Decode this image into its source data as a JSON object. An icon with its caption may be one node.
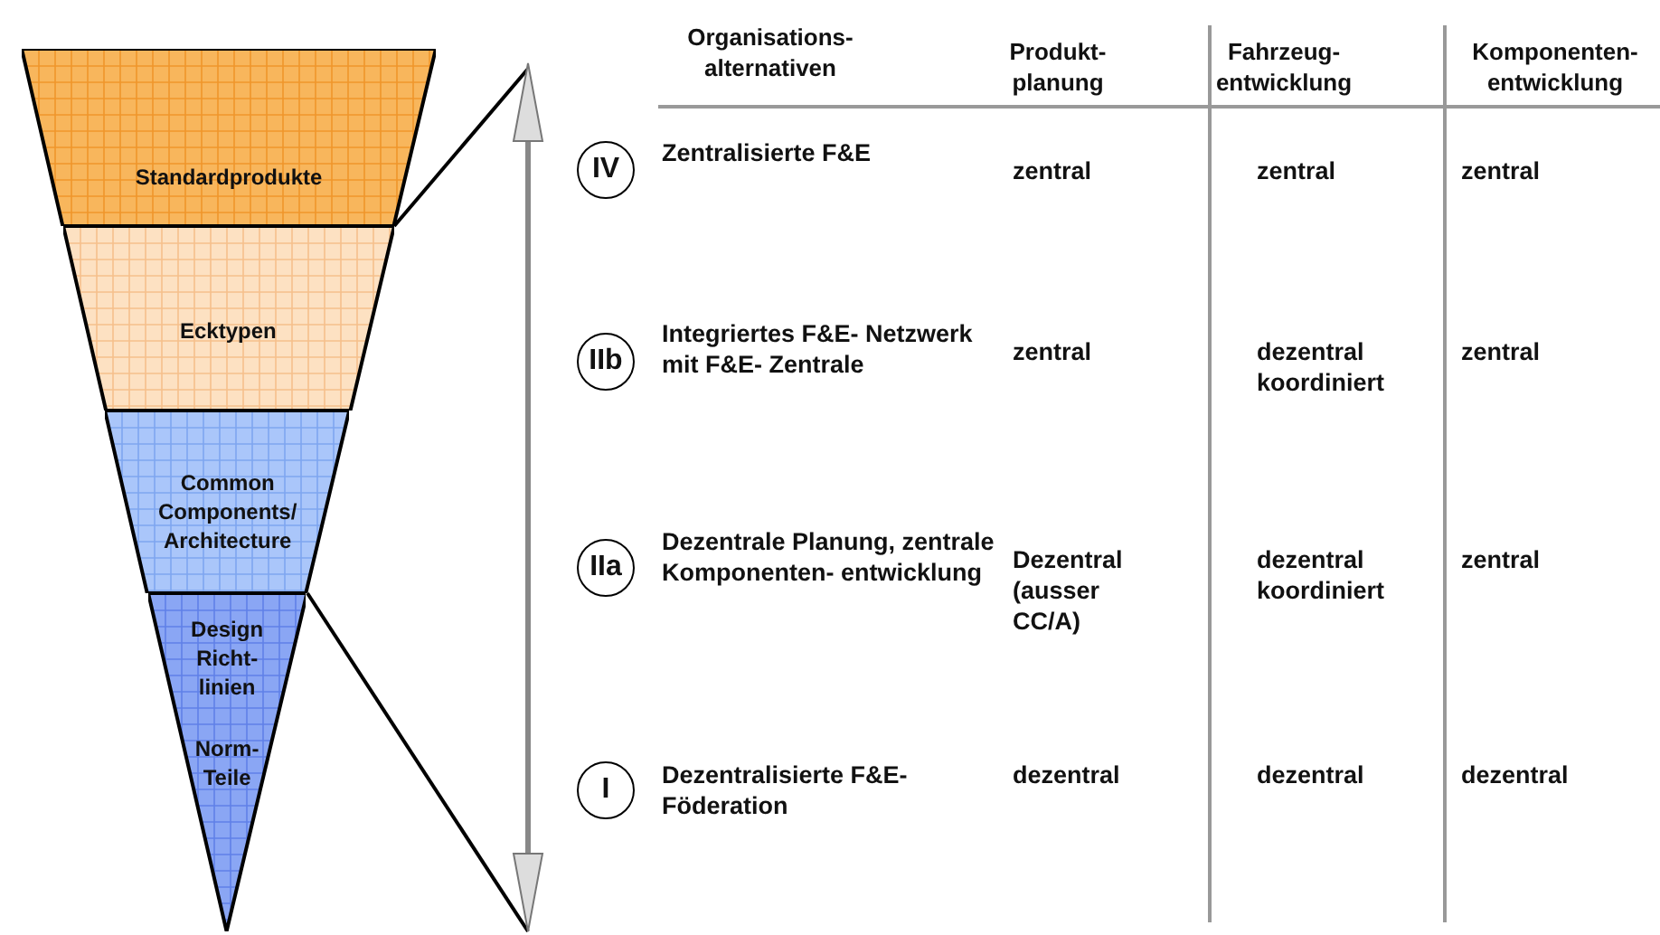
{
  "diagram": {
    "nodes": [
      {
        "text": [
          "Standardprodukte"
        ]
      },
      {
        "text": [
          "Ecktypen"
        ]
      },
      {
        "text": [
          "Common Components/ Architecture"
        ]
      },
      {
        "text": [
          "Design Richt- linien",
          "Norm- Teile"
        ]
      },
      {
        "text": [
          "IV"
        ]
      },
      {
        "text": [
          "IIb"
        ]
      },
      {
        "text": [
          "IIa"
        ]
      },
      {
        "text": [
          "I"
        ]
      }
    ],
    "edges": [],
    "labels": [
      "Organisations- alternativen",
      "Produkt- planung",
      "Fahrzeug- entwicklung",
      "Komponenten- entwicklung",
      "Zentralisierte F&E",
      "zentral",
      "zentral",
      "zentral",
      "Integriertes F&E- Netzwerk mit F&E- Zentrale",
      "zentral",
      "dezentral koordiniert",
      "zentral",
      "Dezentrale Planung, zentrale Komponenten- entwicklung",
      "Dezentral (ausser CC/A)",
      "dezentral koordiniert",
      "zentral",
      "Dezentralisierte F&E- Föderation",
      "dezentral",
      "dezentral",
      "dezentral"
    ]
  }
}
